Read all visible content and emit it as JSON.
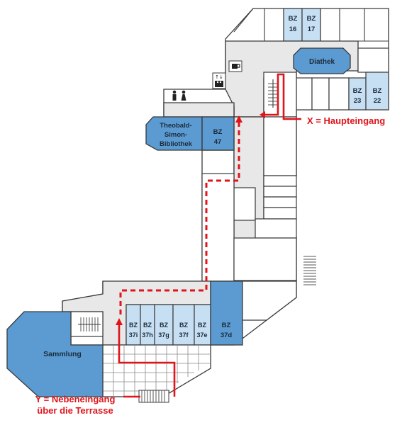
{
  "rooms": {
    "bz16": [
      "BZ",
      "16"
    ],
    "bz17": [
      "BZ",
      "17"
    ],
    "bz23": [
      "BZ",
      "23"
    ],
    "bz22": [
      "BZ",
      "22"
    ],
    "bz47": [
      "BZ",
      "47"
    ],
    "bz37i": [
      "BZ",
      "37i"
    ],
    "bz37h": [
      "BZ",
      "37h"
    ],
    "bz37g": [
      "BZ",
      "37g"
    ],
    "bz37f": [
      "BZ",
      "37f"
    ],
    "bz37e": [
      "BZ",
      "37e"
    ],
    "bz37d": [
      "BZ",
      "37d"
    ]
  },
  "diathek": "Diathek",
  "bibliothek": [
    "Theobald-",
    "Simon-",
    "Bibliothek"
  ],
  "sammlung": "Sammlung",
  "entrances": {
    "x": "X = Haupteingang",
    "y": [
      "Y = Nebeneingang",
      "über die Terrasse"
    ]
  },
  "colors": {
    "room_light": "#c7dff3",
    "room_dark": "#5b9bd1",
    "corridor": "#e8e8e8",
    "route": "#e0141b"
  },
  "icons": [
    "cafe-icon",
    "elevator-icon",
    "restroom-icon",
    "stairs-icon"
  ]
}
